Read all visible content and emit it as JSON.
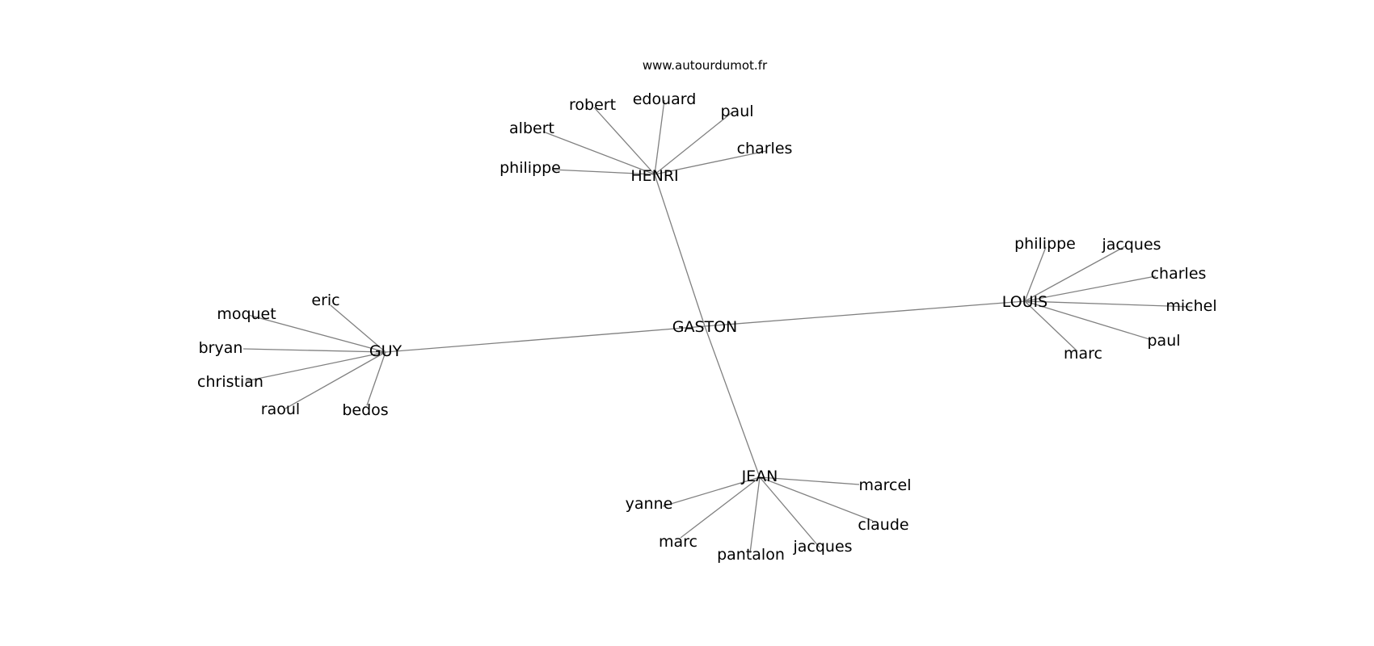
{
  "source": "www.autourdumot.fr",
  "center": "GASTON",
  "clusters": [
    {
      "name": "HENRI",
      "children": [
        "albert",
        "robert",
        "edouard",
        "paul",
        "charles",
        "philippe"
      ]
    },
    {
      "name": "LOUIS",
      "children": [
        "philippe",
        "jacques",
        "charles",
        "michel",
        "paul",
        "marc"
      ]
    },
    {
      "name": "GUY",
      "children": [
        "eric",
        "moquet",
        "bryan",
        "christian",
        "raoul",
        "bedos"
      ]
    },
    {
      "name": "JEAN",
      "children": [
        "yanne",
        "marc",
        "pantalon",
        "jacques",
        "claude",
        "marcel"
      ]
    }
  ]
}
